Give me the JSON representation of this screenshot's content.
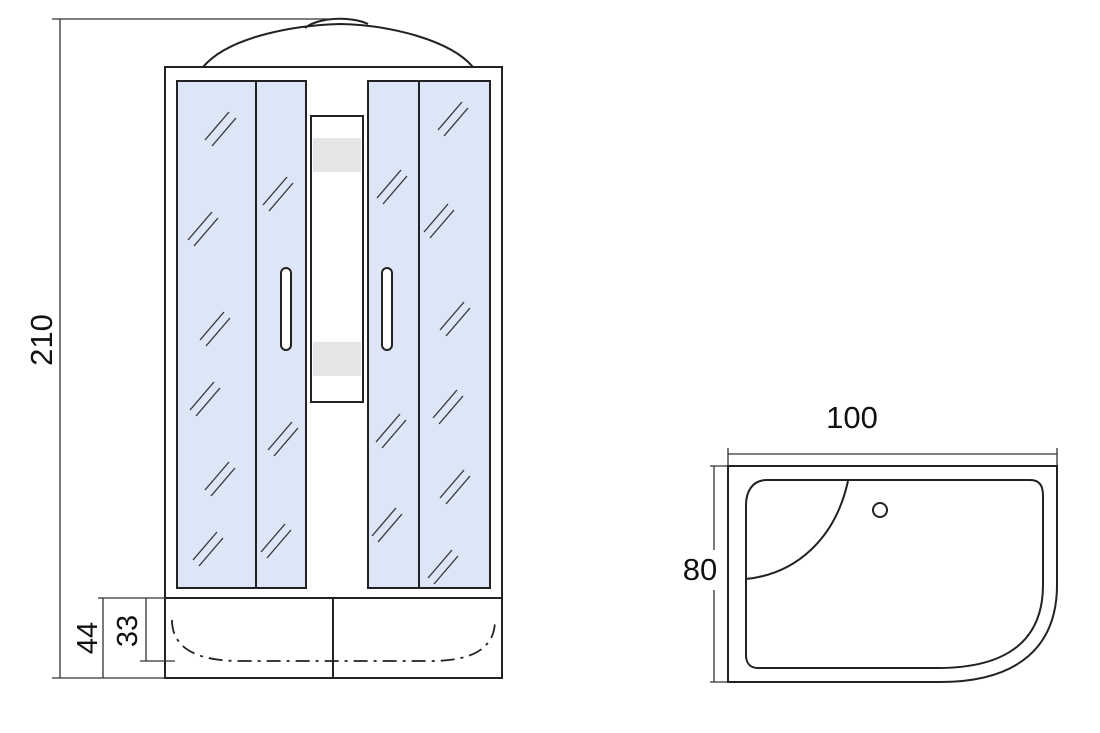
{
  "colors": {
    "line": "#222222",
    "glass": "#dde6f6",
    "frame": "#ffffff",
    "panel_band": "#e5e5e5"
  },
  "front_view": {
    "height_label": "210",
    "tray_height_label": "44",
    "tray_inner_label": "33"
  },
  "top_view": {
    "width_label": "100",
    "depth_label": "80"
  }
}
